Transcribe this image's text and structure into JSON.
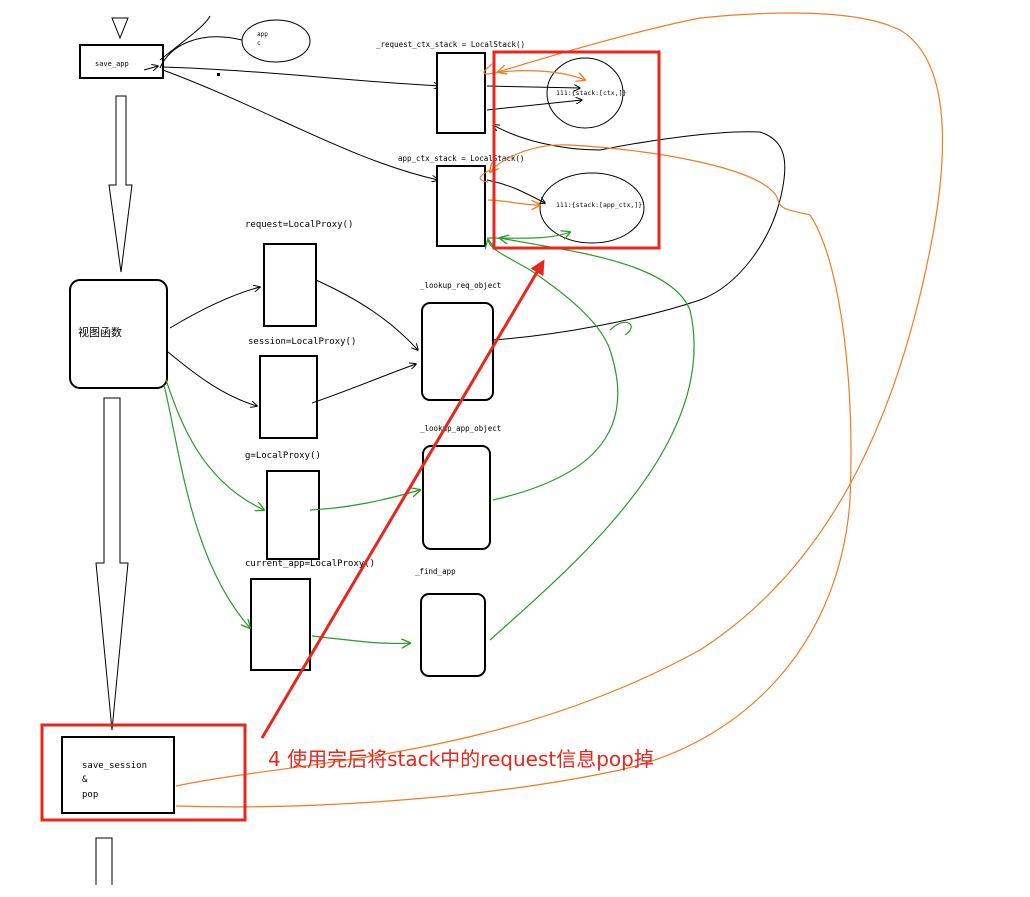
{
  "colors": {
    "black": "#000000",
    "green": "#2a9a2a",
    "orange": "#ee7d24",
    "red": "#e8261e"
  },
  "labels": {
    "save_app": "save_app",
    "app_ellipse": "app",
    "request_ctx_stack": "_request_ctx_stack = LocalStack()",
    "app_ctx_stack": "app_ctx_stack = LocalStack()",
    "request_stack_content": "111:{stack:[ctx,]}",
    "app_stack_content": "111:{stack:[app_ctx,]}",
    "view_function": "视图函数",
    "request_proxy": "request=LocalProxy()",
    "session_proxy": "session=LocalProxy()",
    "g_proxy": "g=LocalProxy()",
    "current_app_proxy": "current_app=LocalProxy()",
    "lookup_req_object": "_lookup_req_object",
    "lookup_app_object": "_lookup_app_object",
    "find_app": "_find_app",
    "save_session_line1": "save_session",
    "save_session_line2": "&",
    "save_session_line3": "pop",
    "annotation": "4 使用完后将stack中的request信息pop掉"
  }
}
